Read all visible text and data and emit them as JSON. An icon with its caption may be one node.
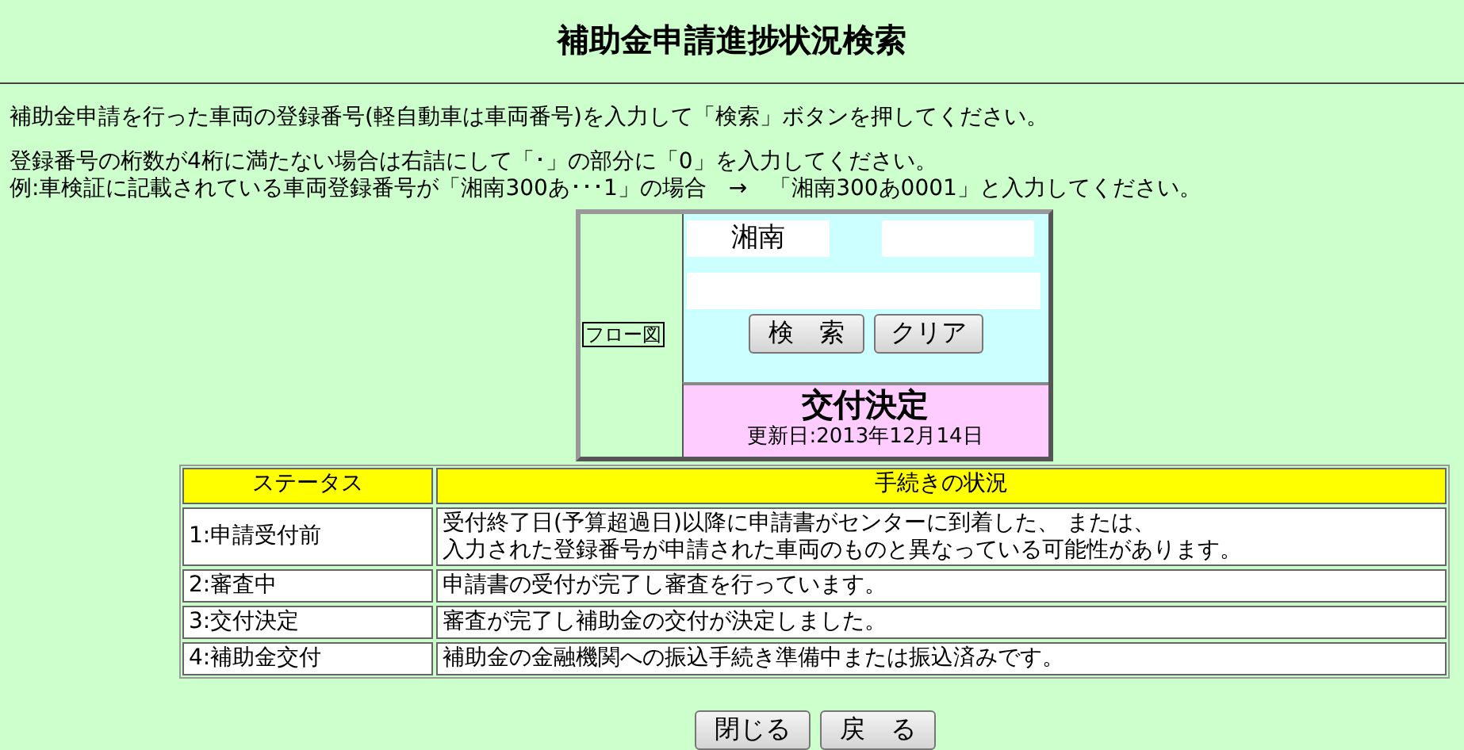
{
  "diagram": {
    "title": "補助金申請進捗状況検索",
    "labels": [
      "補助金申請を行った車両の登録番号(軽自動車は車両番号)を入力して「検索」ボタンを押してください。",
      "登録番号の桁数が4桁に満たない場合は右詰にして「･」の部分に「0」を入力してください。",
      "例:車検証に記載されている車両登録番号が「湘南300あ･･･1」の場合　→　「湘南300あ0001」と入力してください。",
      "湘南",
      "フロー図",
      "検　索",
      "クリア",
      "交付決定",
      "更新日:2013年12月14日",
      "ステータス",
      "手続きの状況",
      "1:申請受付前",
      "受付終了日(予算超過日)以降に申請書がセンターに到着した、 または、入力された登録番号が申請された車両のものと異なっている可能性があります。",
      "2:審査中",
      "申請書の受付が完了し審査を行っています。",
      "3:交付決定",
      "審査が完了し補助金の交付が決定しました。",
      "4:補助金交付",
      "補助金の金融機関への振込手続き準備中または振込済みです。",
      "閉じる",
      "戻　る"
    ]
  }
}
